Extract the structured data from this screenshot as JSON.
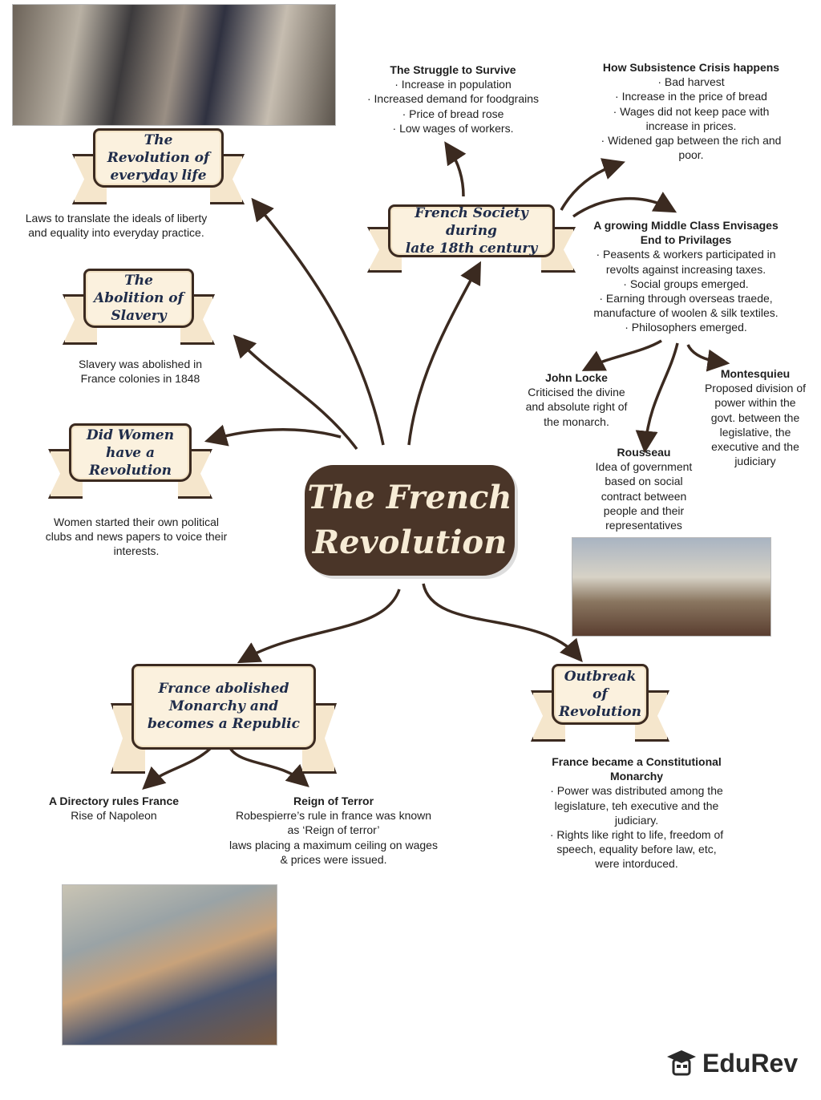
{
  "central_title": "The French\nRevolution",
  "banners": {
    "everyday": "The Revolution of\neveryday life",
    "slavery": "The Abolition of\nSlavery",
    "women": "Did Women\nhave a Revolution",
    "society": "French Society during\nlate 18th century",
    "republic": "France abolished\nMonarchy and\nbecomes a Republic",
    "outbreak": "Outbreak of\nRevolution"
  },
  "notes": {
    "everyday": "Laws to translate the ideals of liberty\nand equality into everyday practice.",
    "slavery": "Slavery was abolished in\nFrance colonies in 1848",
    "women": "Women started their own political\nclubs and news papers to voice their\ninterests.",
    "struggle": {
      "title": "The Struggle to Survive",
      "body": "· Increase in population\n· Increased demand for foodgrains\n· Price of bread rose\n· Low wages of workers."
    },
    "subsistence": {
      "title": "How Subsistence Crisis happens",
      "body": "· Bad harvest\n· Increase in the price of bread\n· Wages did not keep pace with\nincrease in prices.\n· Widened gap between the rich and\npoor."
    },
    "middle_class": {
      "title": "A growing Middle Class Envisages\nEnd to Privilages",
      "body": "· Peasents & workers participated in\nrevolts against increasing taxes.\n· Social groups emerged.\n· Earning through overseas traede,\nmanufacture of woolen & silk textiles.\n· Philosophers emerged."
    },
    "locke": {
      "title": "John Locke",
      "body": "Criticised the divine\nand absolute right of\nthe monarch."
    },
    "montesquieu": {
      "title": "Montesquieu",
      "body": "Proposed division of\npower within the\ngovt. between the\nlegislative, the\nexecutive and the\njudiciary"
    },
    "rousseau": {
      "title": "Rousseau",
      "body": "Idea of government\nbased on social\ncontract between\npeople and their\nrepresentatives"
    },
    "directory": {
      "title": "A Directory rules France",
      "body": "Rise of Napoleon"
    },
    "terror": {
      "title": "Reign of Terror",
      "body": "Robespierre’s rule in france was known\nas ‘Reign of terror’\nlaws placing a maximum ceiling on wages\n& prices were issued."
    },
    "constitutional": {
      "title": "France became a Constitutional\nMonarchy",
      "body": "· Power was distributed among the\nlegislature, teh executive and the\njudiciary.\n· Rights like right to life, freedom of\nspeech, equality before law, etc,\nwere intorduced."
    }
  },
  "logo": "EduRev",
  "colors": {
    "arrow": "#3b2a20",
    "banner": "#fbf1de",
    "center": "#4a3528",
    "banner_text": "#1f2c4a"
  }
}
